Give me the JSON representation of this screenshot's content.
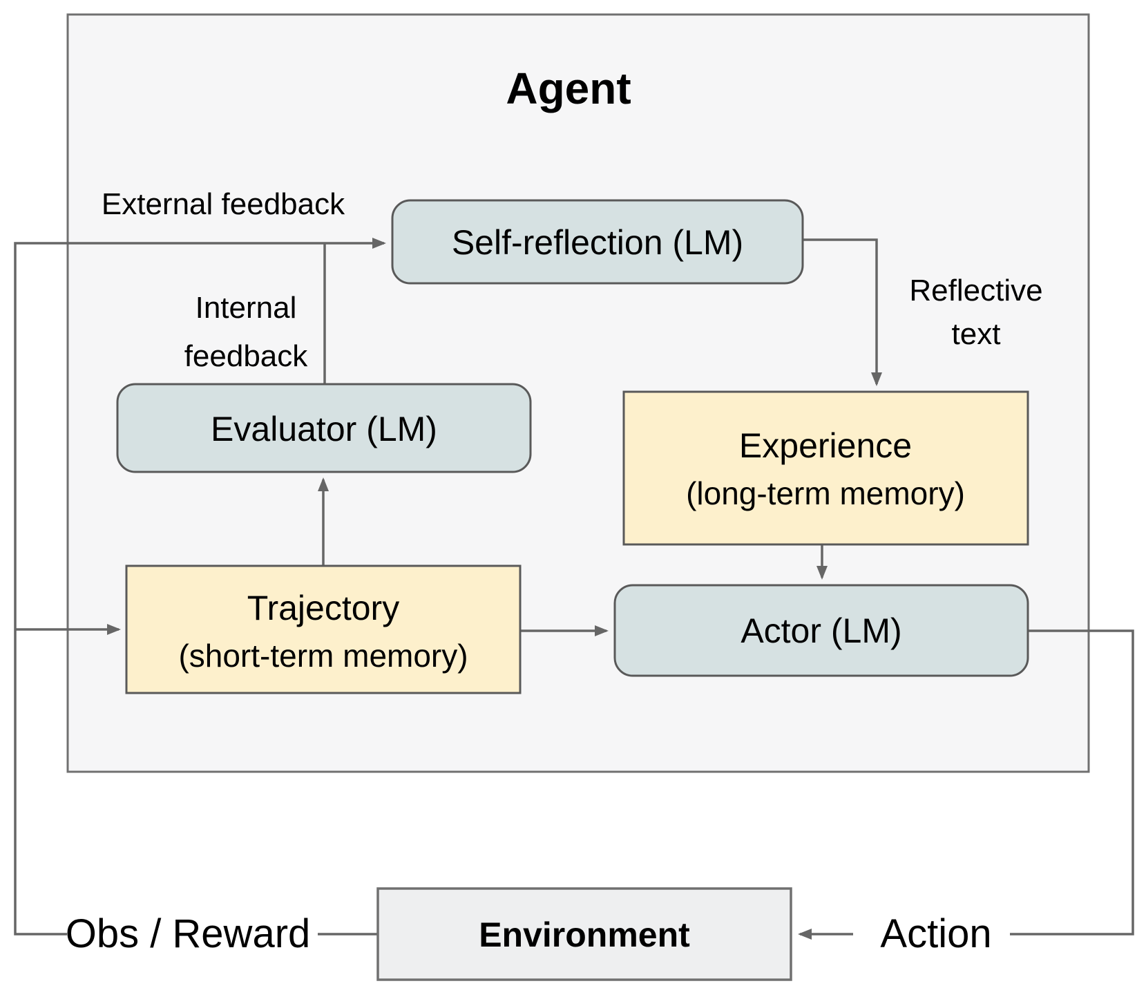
{
  "title": {
    "agent": "Agent"
  },
  "nodes": {
    "self_reflection": {
      "label": "Self-reflection (LM)",
      "type": "LM"
    },
    "evaluator": {
      "label": "Evaluator (LM)",
      "type": "LM"
    },
    "experience": {
      "line1": "Experience",
      "line2": "(long-term memory)",
      "type": "memory"
    },
    "trajectory": {
      "line1": "Trajectory",
      "line2": "(short-term memory)",
      "type": "memory"
    },
    "actor": {
      "label": "Actor (LM)",
      "type": "LM"
    },
    "environment": {
      "label": "Environment"
    }
  },
  "edge_labels": {
    "external_feedback": "External feedback",
    "internal_feedback_line1": "Internal",
    "internal_feedback_line2": "feedback",
    "reflective_text_line1": "Reflective",
    "reflective_text_line2": "text",
    "obs_reward": "Obs / Reward",
    "action": "Action"
  },
  "colors": {
    "lm_box_fill": "#d6e1e2",
    "memory_box_fill": "#fdf0cc",
    "environment_fill": "#eeeff0",
    "agent_fill": "#f6f6f7",
    "box_border": "#595959",
    "agent_border": "#707070",
    "arrow": "#666666",
    "text": "#000000"
  }
}
